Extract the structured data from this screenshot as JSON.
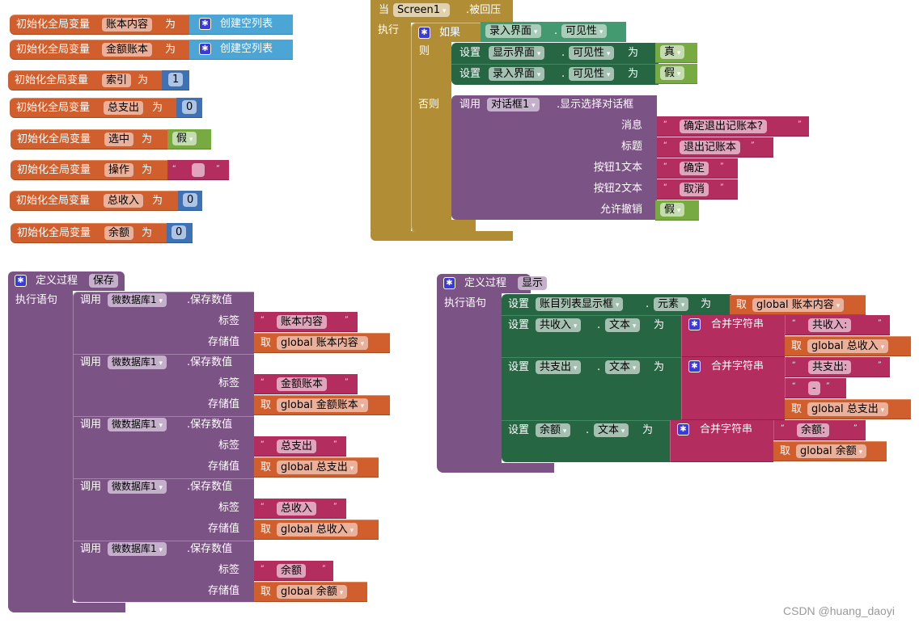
{
  "globals": [
    {
      "keyword": "初始化全局变量",
      "name": "账本内容",
      "to": "为",
      "value_type": "list",
      "value": "创建空列表"
    },
    {
      "keyword": "初始化全局变量",
      "name": "金额账本",
      "to": "为",
      "value_type": "list",
      "value": "创建空列表"
    },
    {
      "keyword": "初始化全局变量",
      "name": "索引",
      "to": "为",
      "value_type": "number",
      "value": "1"
    },
    {
      "keyword": "初始化全局变量",
      "name": "总支出",
      "to": "为",
      "value_type": "number",
      "value": "0"
    },
    {
      "keyword": "初始化全局变量",
      "name": "选中",
      "to": "为",
      "value_type": "logic",
      "value": "假"
    },
    {
      "keyword": "初始化全局变量",
      "name": "操作",
      "to": "为",
      "value_type": "text",
      "value": ""
    },
    {
      "keyword": "初始化全局变量",
      "name": "总收入",
      "to": "为",
      "value_type": "number",
      "value": "0"
    },
    {
      "keyword": "初始化全局变量",
      "name": "余额",
      "to": "为",
      "value_type": "number",
      "value": "0"
    }
  ],
  "back_event": {
    "when": "当",
    "component": "Screen1",
    "event": ".被回压",
    "do": "执行",
    "if_block": {
      "if": "如果",
      "then": "则",
      "else": "否则",
      "condition": {
        "component": "录入界面",
        "dot": ".",
        "property": "可见性"
      },
      "then_stmts": [
        {
          "set": "设置",
          "component": "显示界面",
          "dot": ".",
          "property": "可见性",
          "to": "为",
          "value": "真"
        },
        {
          "set": "设置",
          "component": "录入界面",
          "dot": ".",
          "property": "可见性",
          "to": "为",
          "value": "假"
        }
      ],
      "else_call": {
        "call": "调用",
        "component": "对话框1",
        "method": ".显示选择对话框",
        "args": [
          {
            "label": "消息",
            "type": "text",
            "value": "确定退出记账本?"
          },
          {
            "label": "标题",
            "type": "text",
            "value": "退出记账本"
          },
          {
            "label": "按钮1文本",
            "type": "text",
            "value": "确定"
          },
          {
            "label": "按钮2文本",
            "type": "text",
            "value": "取消"
          },
          {
            "label": "允许撤销",
            "type": "logic",
            "value": "假"
          }
        ]
      }
    }
  },
  "proc_save": {
    "define": "定义过程",
    "name": "保存",
    "do": "执行语句",
    "calls": [
      {
        "call": "调用",
        "component": "微数据库1",
        "method": ".保存数值",
        "tag_label": "标签",
        "tag": "账本内容",
        "value_label": "存储值",
        "get": "取",
        "var": "global 账本内容"
      },
      {
        "call": "调用",
        "component": "微数据库1",
        "method": ".保存数值",
        "tag_label": "标签",
        "tag": "金额账本",
        "value_label": "存储值",
        "get": "取",
        "var": "global 金额账本"
      },
      {
        "call": "调用",
        "component": "微数据库1",
        "method": ".保存数值",
        "tag_label": "标签",
        "tag": "总支出",
        "value_label": "存储值",
        "get": "取",
        "var": "global 总支出"
      },
      {
        "call": "调用",
        "component": "微数据库1",
        "method": ".保存数值",
        "tag_label": "标签",
        "tag": "总收入",
        "value_label": "存储值",
        "get": "取",
        "var": "global 总收入"
      },
      {
        "call": "调用",
        "component": "微数据库1",
        "method": ".保存数值",
        "tag_label": "标签",
        "tag": "余额",
        "value_label": "存储值",
        "get": "取",
        "var": "global 余额"
      }
    ]
  },
  "proc_show": {
    "define": "定义过程",
    "name": "显示",
    "do": "执行语句",
    "stmts": [
      {
        "set": "设置",
        "component": "账目列表显示框",
        "dot": ".",
        "property": "元素",
        "to": "为",
        "get": "取",
        "var": "global 账本内容"
      },
      {
        "set": "设置",
        "component": "共收入",
        "dot": ".",
        "property": "文本",
        "to": "为",
        "join": "合并字符串",
        "parts": [
          {
            "type": "text",
            "value": "共收入:"
          },
          {
            "type": "get",
            "get": "取",
            "var": "global 总收入"
          }
        ]
      },
      {
        "set": "设置",
        "component": "共支出",
        "dot": ".",
        "property": "文本",
        "to": "为",
        "join": "合并字符串",
        "parts": [
          {
            "type": "text",
            "value": "共支出:"
          },
          {
            "type": "text",
            "value": "-"
          },
          {
            "type": "get",
            "get": "取",
            "var": "global 总支出"
          }
        ]
      },
      {
        "set": "设置",
        "component": "余额",
        "dot": ".",
        "property": "文本",
        "to": "为",
        "join": "合并字符串",
        "parts": [
          {
            "type": "text",
            "value": "余额:"
          },
          {
            "type": "get",
            "get": "取",
            "var": "global 余额"
          }
        ]
      }
    ]
  },
  "watermark": "CSDN @huang_daoyi"
}
